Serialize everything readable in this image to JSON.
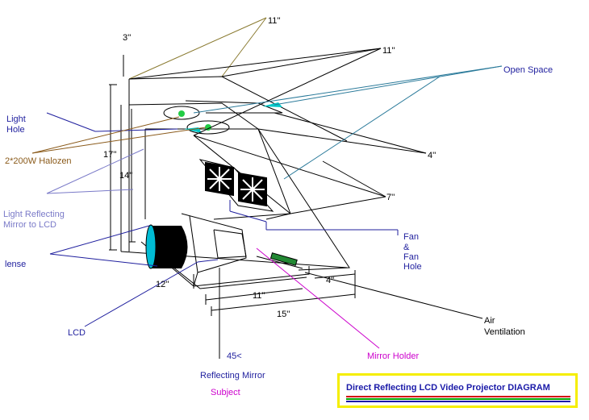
{
  "title": "Direct Reflecting LCD Video Projector DIAGRAM",
  "colors": {
    "title_border": "#f5ee00",
    "title_text": "#1a1aa8",
    "stripe_red": "#d40000",
    "stripe_green": "#00a000",
    "stripe_blue": "#1a1aa8",
    "lens": "#00bcd4",
    "teal": "#00c8c8",
    "green": "#22cc44"
  },
  "labels": {
    "light_hole_1": "Light",
    "light_hole_2": "Hole",
    "halogen": "2*200W Halozen",
    "mirror_lcd_1": "Light Reflecting",
    "mirror_lcd_2": "Mirror to LCD",
    "lense": "lense",
    "lcd": "LCD",
    "angle": "45<",
    "reflecting_mirror": "Reflecting Mirror",
    "subject": "Subject",
    "mirror_holder": "Mirror Holder",
    "air_1": "Air",
    "air_2": "Ventilation",
    "fan_1": "Fan",
    "fan_2": "&",
    "fan_3": "Fan",
    "fan_4": "Hole",
    "open_space": "Open Space",
    "dim_3": "3''",
    "dim_11_top": "11''",
    "dim_11_mid": "11''",
    "dim_4_right": "4''",
    "dim_7": "7''",
    "dim_17": "17''",
    "dim_14": "14''",
    "dim_12": "12''",
    "dim_11_bottom": "11''",
    "dim_4_bottom": "4''",
    "dim_15": "15''"
  }
}
